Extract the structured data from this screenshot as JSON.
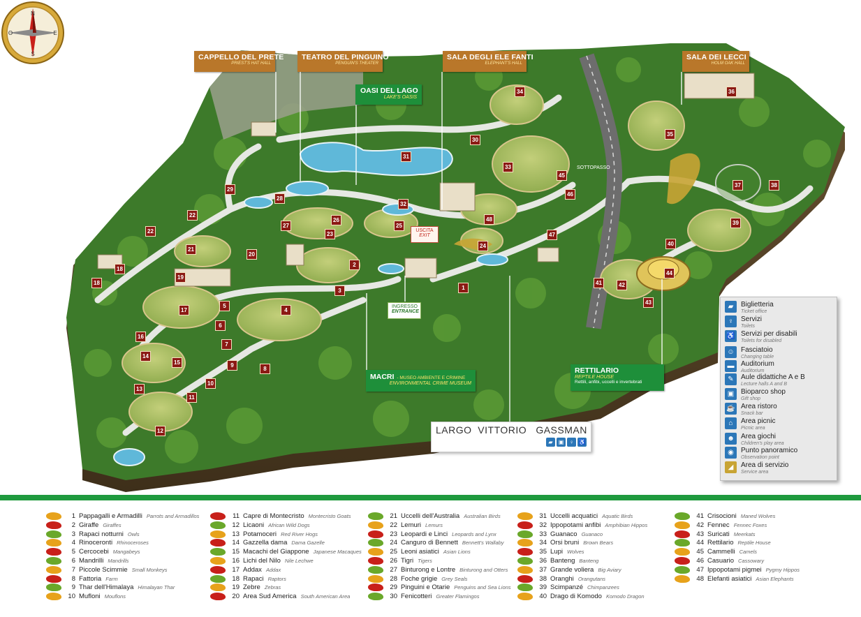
{
  "halls": [
    {
      "title": "CAPPELLO DEL PRETE",
      "subtitle": "PRIEST'S HAT HALL"
    },
    {
      "title": "TEATRO DEL PINGUINO",
      "subtitle": "PENGUIN'S THEATER"
    },
    {
      "title": "SALA DEGLI ELE  FANTI",
      "subtitle": "ELEPHANT'S HALL"
    },
    {
      "title": "SALA DEI LECCI",
      "subtitle": "HOLM OAK HALL"
    }
  ],
  "oasis": {
    "title": "OASI DEL LAGO",
    "subtitle": "LAKE'S OASIS"
  },
  "macri": {
    "title": "MACRI",
    "dash": "- MUSEO AMBIENTE  E CRIMINE",
    "subtitle": "ENVIRONMENTAL CRIME MUSEUM"
  },
  "rettilario": {
    "title": "RETTILARIO",
    "subtitle": "REPTILE HOUSE",
    "desc": "Rettili, anfibi, uccelli e invertebrati"
  },
  "entrance": {
    "title": "INGRESSO",
    "subtitle": "ENTRANCE"
  },
  "exit": {
    "title": "USCITA",
    "subtitle": "EXIT"
  },
  "underpass": "SOTTOPASSO",
  "square": {
    "title": "LARGO  VITTORIO   GASSMAN"
  },
  "compass": {
    "n": "N",
    "s": "S",
    "e": "E",
    "o": "O"
  },
  "legend": [
    {
      "it": "Biglietteria",
      "en": "Ticket office",
      "icon": "ticket-icon",
      "glyph": "▰"
    },
    {
      "it": "Servizi",
      "en": "Toilets",
      "icon": "toilet-icon",
      "glyph": "♀"
    },
    {
      "it": "Servizi per disabili",
      "en": "Toilets for disabled",
      "icon": "wheelchair-icon",
      "glyph": "♿"
    },
    {
      "it": "Fasciatoio",
      "en": "Changing table",
      "icon": "changing-table-icon",
      "glyph": "☺"
    },
    {
      "it": "Auditorium",
      "en": "Auditorium",
      "icon": "auditorium-icon",
      "glyph": "▬"
    },
    {
      "it": "Aule didattiche A     e B",
      "en": "Lecture halls A and B",
      "icon": "lecture-hall-icon",
      "glyph": "✎"
    },
    {
      "it": "Bioparco shop",
      "en": "Gift shop",
      "icon": "shop-icon",
      "glyph": "▣"
    },
    {
      "it": "Area ristoro",
      "en": "Snack bar",
      "icon": "snack-bar-icon",
      "glyph": "☕"
    },
    {
      "it": "Area picnic",
      "en": "Picnic area",
      "icon": "picnic-icon",
      "glyph": "⌂"
    },
    {
      "it": "Area giochi",
      "en": "Children's play area",
      "icon": "playground-icon",
      "glyph": "☻"
    },
    {
      "it": "Punto panoramico",
      "en": "Observation point",
      "icon": "observation-icon",
      "glyph": "◉"
    },
    {
      "it": "Area di servizio",
      "en": "Service area",
      "icon": "service-area-icon",
      "glyph": "◢"
    }
  ],
  "animals": [
    {
      "n": "1",
      "it": "Pappagalli e Armadilli",
      "en": "Parrots and Armadillos",
      "color": "#e7a21b"
    },
    {
      "n": "2",
      "it": "Giraffe",
      "en": "Giraffes",
      "color": "#c8201a"
    },
    {
      "n": "3",
      "it": "Rapaci notturni",
      "en": "Owls",
      "color": "#6aa82a"
    },
    {
      "n": "4",
      "it": "Rinoceronti",
      "en": "Rhinoceroses",
      "color": "#e7a21b"
    },
    {
      "n": "5",
      "it": "Cercocebi",
      "en": "Mangabeys",
      "color": "#c8201a"
    },
    {
      "n": "6",
      "it": "Mandrilli",
      "en": "Mandrills",
      "color": "#6aa82a"
    },
    {
      "n": "7",
      "it": "Piccole Scimmie",
      "en": "Small Monkeys",
      "color": "#e7a21b"
    },
    {
      "n": "8",
      "it": "Fattoria",
      "en": "Farm",
      "color": "#c8201a"
    },
    {
      "n": "9",
      "it": "Thar dell'Himalaya",
      "en": "Himalayan Thar",
      "color": "#6aa82a"
    },
    {
      "n": "10",
      "it": "Mufloni",
      "en": "Mouflons",
      "color": "#e7a21b"
    },
    {
      "n": "11",
      "it": "Capre di Montecristo",
      "en": "Montecristo Goats",
      "color": "#c8201a"
    },
    {
      "n": "12",
      "it": "Licaoni",
      "en": "African Wild Dogs",
      "color": "#6aa82a"
    },
    {
      "n": "13",
      "it": "Potamoceri",
      "en": "Red River Hogs",
      "color": "#e7a21b"
    },
    {
      "n": "14",
      "it": "Gazzella dama",
      "en": "Dama Gazelle",
      "color": "#c8201a"
    },
    {
      "n": "15",
      "it": "Macachi del Giappone",
      "en": "Japanese Macaques",
      "color": "#6aa82a"
    },
    {
      "n": "16",
      "it": "Lichi del Nilo",
      "en": "Nile Lechwe",
      "color": "#e7a21b"
    },
    {
      "n": "17",
      "it": "Addax",
      "en": "Addax",
      "color": "#c8201a"
    },
    {
      "n": "18",
      "it": "Rapaci",
      "en": "Raptors",
      "color": "#6aa82a"
    },
    {
      "n": "19",
      "it": "Zebre",
      "en": "Zebras",
      "color": "#e7a21b"
    },
    {
      "n": "20",
      "it": "Area Sud America",
      "en": "South American Area",
      "color": "#c8201a"
    },
    {
      "n": "21",
      "it": "Uccelli dell'Australia",
      "en": "Australian Birds",
      "color": "#6aa82a"
    },
    {
      "n": "22",
      "it": "Lemuri",
      "en": "Lemurs",
      "color": "#e7a21b"
    },
    {
      "n": "23",
      "it": "Leopardi e Linci",
      "en": "Leopards and Lynx",
      "color": "#c8201a"
    },
    {
      "n": "24",
      "it": "Canguro di Bennett",
      "en": "Bennett's Wallaby",
      "color": "#6aa82a"
    },
    {
      "n": "25",
      "it": "Leoni asiatici",
      "en": "Asian Lions",
      "color": "#e7a21b"
    },
    {
      "n": "26",
      "it": "Tigri",
      "en": "Tigers",
      "color": "#c8201a"
    },
    {
      "n": "27",
      "it": "Binturong e Lontre",
      "en": "Binturong and Otters",
      "color": "#6aa82a"
    },
    {
      "n": "28",
      "it": "Foche grigie",
      "en": "Grey Seals",
      "color": "#e7a21b"
    },
    {
      "n": "29",
      "it": "Pinguini e Otarie",
      "en": "Penguins and Sea Lions",
      "color": "#c8201a"
    },
    {
      "n": "30",
      "it": "Fenicotteri",
      "en": "Greater Flamingos",
      "color": "#6aa82a"
    },
    {
      "n": "31",
      "it": "Uccelli acquatici",
      "en": "Aquatic Birds",
      "color": "#e7a21b"
    },
    {
      "n": "32",
      "it": "Ippopotami anfibi",
      "en": "Amphibian Hippos",
      "color": "#c8201a"
    },
    {
      "n": "33",
      "it": "Guanaco",
      "en": "Guanaco",
      "color": "#6aa82a"
    },
    {
      "n": "34",
      "it": "Orsi bruni",
      "en": "Brown Bears",
      "color": "#e7a21b"
    },
    {
      "n": "35",
      "it": "Lupi",
      "en": "Wolves",
      "color": "#c8201a"
    },
    {
      "n": "36",
      "it": "Banteng",
      "en": "Banteng",
      "color": "#6aa82a"
    },
    {
      "n": "37",
      "it": "Grande voliera",
      "en": "Big Aviary",
      "color": "#e7a21b"
    },
    {
      "n": "38",
      "it": "Oranghi",
      "en": "Orangutans",
      "color": "#c8201a"
    },
    {
      "n": "39",
      "it": "Scimpanzé",
      "en": "Chimpanzees",
      "color": "#6aa82a"
    },
    {
      "n": "40",
      "it": "Drago di Komodo",
      "en": "Komodo Dragon",
      "color": "#e7a21b"
    },
    {
      "n": "41",
      "it": "Crisocioni",
      "en": "Maned Wolves",
      "color": "#6aa82a"
    },
    {
      "n": "42",
      "it": "Fennec",
      "en": "Fennec Foxes",
      "color": "#e7a21b"
    },
    {
      "n": "43",
      "it": "Suricati",
      "en": "Meerkats",
      "color": "#c8201a"
    },
    {
      "n": "44",
      "it": "Rettilario",
      "en": "Reptile House",
      "color": "#6aa82a"
    },
    {
      "n": "45",
      "it": "Cammelli",
      "en": "Camels",
      "color": "#e7a21b"
    },
    {
      "n": "46",
      "it": "Casuario",
      "en": "Cassowary",
      "color": "#c8201a"
    },
    {
      "n": "47",
      "it": "Ippopotami pigmei",
      "en": "Pygmy Hippos",
      "color": "#6aa82a"
    },
    {
      "n": "48",
      "it": "Elefanti asiatici",
      "en": "Asian Elephants",
      "color": "#e7a21b"
    }
  ],
  "markers": [
    "1",
    "2",
    "3",
    "4",
    "5",
    "6",
    "7",
    "8",
    "9",
    "10",
    "11",
    "12",
    "13",
    "14",
    "15",
    "16",
    "17",
    "18",
    "18",
    "19",
    "20",
    "21",
    "22",
    "22",
    "23",
    "24",
    "25",
    "26",
    "27",
    "28",
    "29",
    "30",
    "31",
    "32",
    "33",
    "34",
    "35",
    "36",
    "37",
    "38",
    "39",
    "40",
    "41",
    "42",
    "43",
    "44",
    "45",
    "46",
    "47",
    "48"
  ]
}
